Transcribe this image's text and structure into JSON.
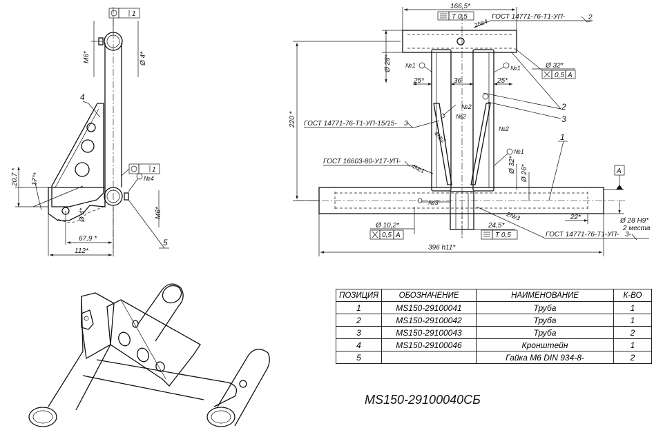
{
  "left_view": {
    "flat_tol_value": "1",
    "flat_tol2_value": "1",
    "m6_top": "M6*",
    "phi4_top": "Ø 4*",
    "m6_bottom": "M6*",
    "phi4_bottom": "Ø 4*",
    "dim_20_7": "20,7 *",
    "angle_17": "17°*",
    "dim_67_9": "67,9 *",
    "dim_112": "112*",
    "pos4": "4",
    "pos5": "5",
    "weld4": "№4"
  },
  "front_view": {
    "dim_166_5": "166,5*",
    "t05_top": "T 0,5",
    "weld_top": "2№4",
    "gost_top": "ГОСТ 14771-76-Т1-УП-",
    "gost_top_n": "2",
    "phi28": "Ø 28*",
    "n1_left": "№1",
    "n1_right": "№1",
    "phi32_top": "Ø 32*",
    "tol_05": "0,5",
    "tol_A": "A",
    "dim_25_left": "25*",
    "dim_36": "36",
    "dim_25_right": "25*",
    "dim_220": "220 *",
    "n2_a": "№2",
    "n2_b": "№2",
    "n2_c": "№2",
    "weld_4n2": "4№2",
    "gost_15": "ГОСТ 14771-76-Т1-УП-15/15-",
    "gost_15_n": "3",
    "gost_16603": "ГОСТ 16603-80-У17-УП-",
    "weld_4n1": "4№1",
    "pos2": "2",
    "pos3": "3",
    "pos1": "1",
    "n1_mid": "№1",
    "phi32_mid": "Ø 32*",
    "phi26": "Ø 26*",
    "datum_A": "A",
    "n3_left": "№3",
    "weld_2n3": "2№3",
    "dim_22": "22*",
    "phi28h9": "Ø 28 H9*",
    "places": "2 места",
    "phi10_2": "Ø 10,2*",
    "tol2_05": "0,5",
    "tol2_A": "A",
    "dim_24_5": "24,5*",
    "t05_bot": "T 0,5",
    "gost_bot": "ГОСТ 14771-76-Т1-УП-",
    "gost_bot_n": "3-",
    "dim_396": "396 h11*"
  },
  "spec_table": {
    "headers": [
      "ПОЗИЦИЯ",
      "ОБОЗНАЧЕНИЕ",
      "НАИМЕНОВАНИЕ",
      "К-ВО"
    ],
    "rows": [
      [
        "1",
        "MS150-29100041",
        "Труба",
        "1"
      ],
      [
        "2",
        "MS150-29100042",
        "Труба",
        "1"
      ],
      [
        "3",
        "MS150-29100043",
        "Труба",
        "2"
      ],
      [
        "4",
        "MS150-29100046",
        "Кронштейн",
        "1"
      ],
      [
        "5",
        "",
        "Гайка М6 DIN 934-8-",
        "2"
      ]
    ]
  },
  "drawing_number": "MS150-29100040СБ"
}
